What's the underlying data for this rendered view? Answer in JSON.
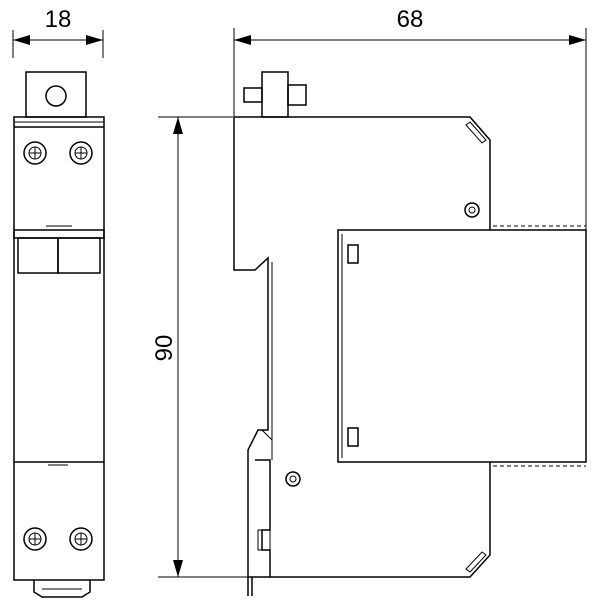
{
  "dimensions": {
    "width_front": "18",
    "depth_side": "68",
    "height": "90"
  },
  "colors": {
    "line": "#000000",
    "background": "#ffffff"
  },
  "icons": [
    "screw-terminal-icon",
    "din-rail-clip-icon",
    "toggle-lever-icon"
  ]
}
